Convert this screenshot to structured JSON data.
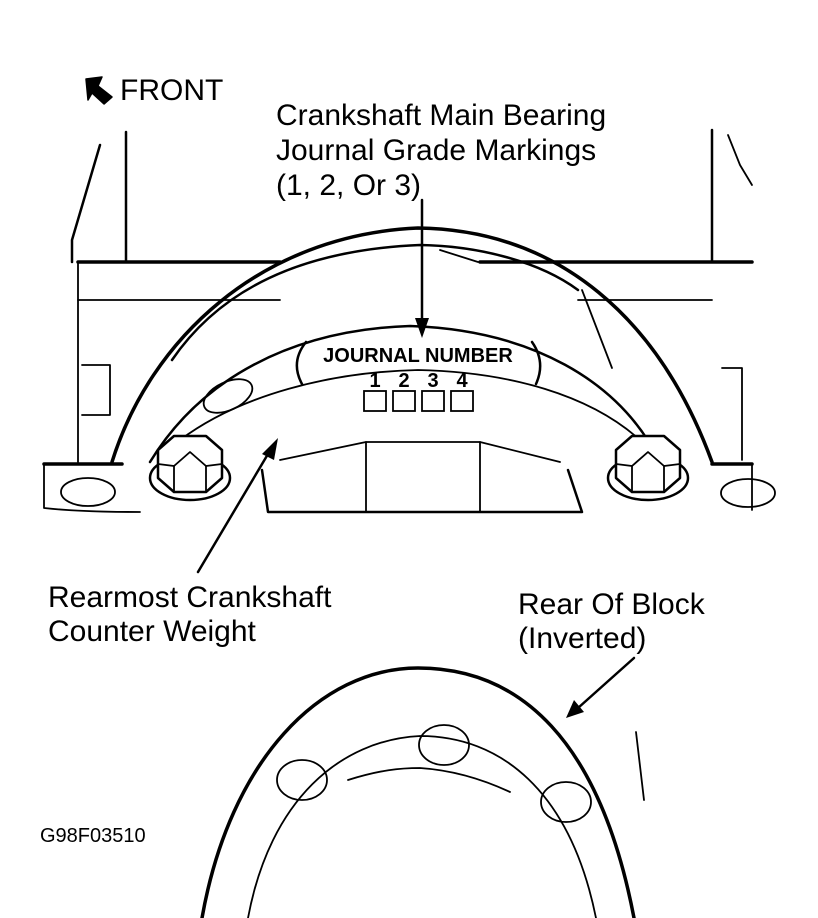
{
  "labels": {
    "front": "FRONT",
    "grade_markings_line1": "Crankshaft Main Bearing",
    "grade_markings_line2": "Journal Grade Markings",
    "grade_markings_line3": "(1, 2, Or 3)",
    "journal_number": "JOURNAL NUMBER",
    "counter_weight_line1": "Rearmost Crankshaft",
    "counter_weight_line2": "Counter Weight",
    "rear_block_line1": "Rear Of Block",
    "rear_block_line2": "(Inverted)",
    "figure_id": "G98F03510"
  },
  "journals": [
    "1",
    "2",
    "3",
    "4"
  ],
  "icons": {
    "front_arrow": "arrow-up-left-icon"
  }
}
